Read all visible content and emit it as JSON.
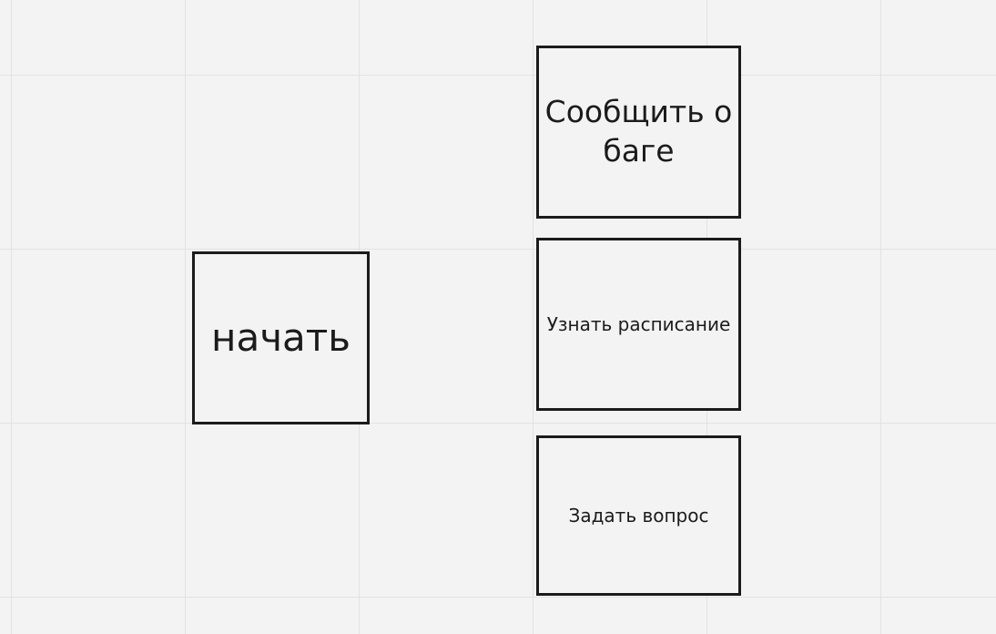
{
  "canvas": {
    "background": "#f3f3f3",
    "grid_color": "#e2e2e2"
  },
  "shapes": {
    "start": {
      "label": "начать"
    },
    "report_bug": {
      "label": "Сообщить о баге"
    },
    "schedule": {
      "label": "Узнать расписание"
    },
    "ask_question": {
      "label": "Задать вопрос"
    }
  }
}
